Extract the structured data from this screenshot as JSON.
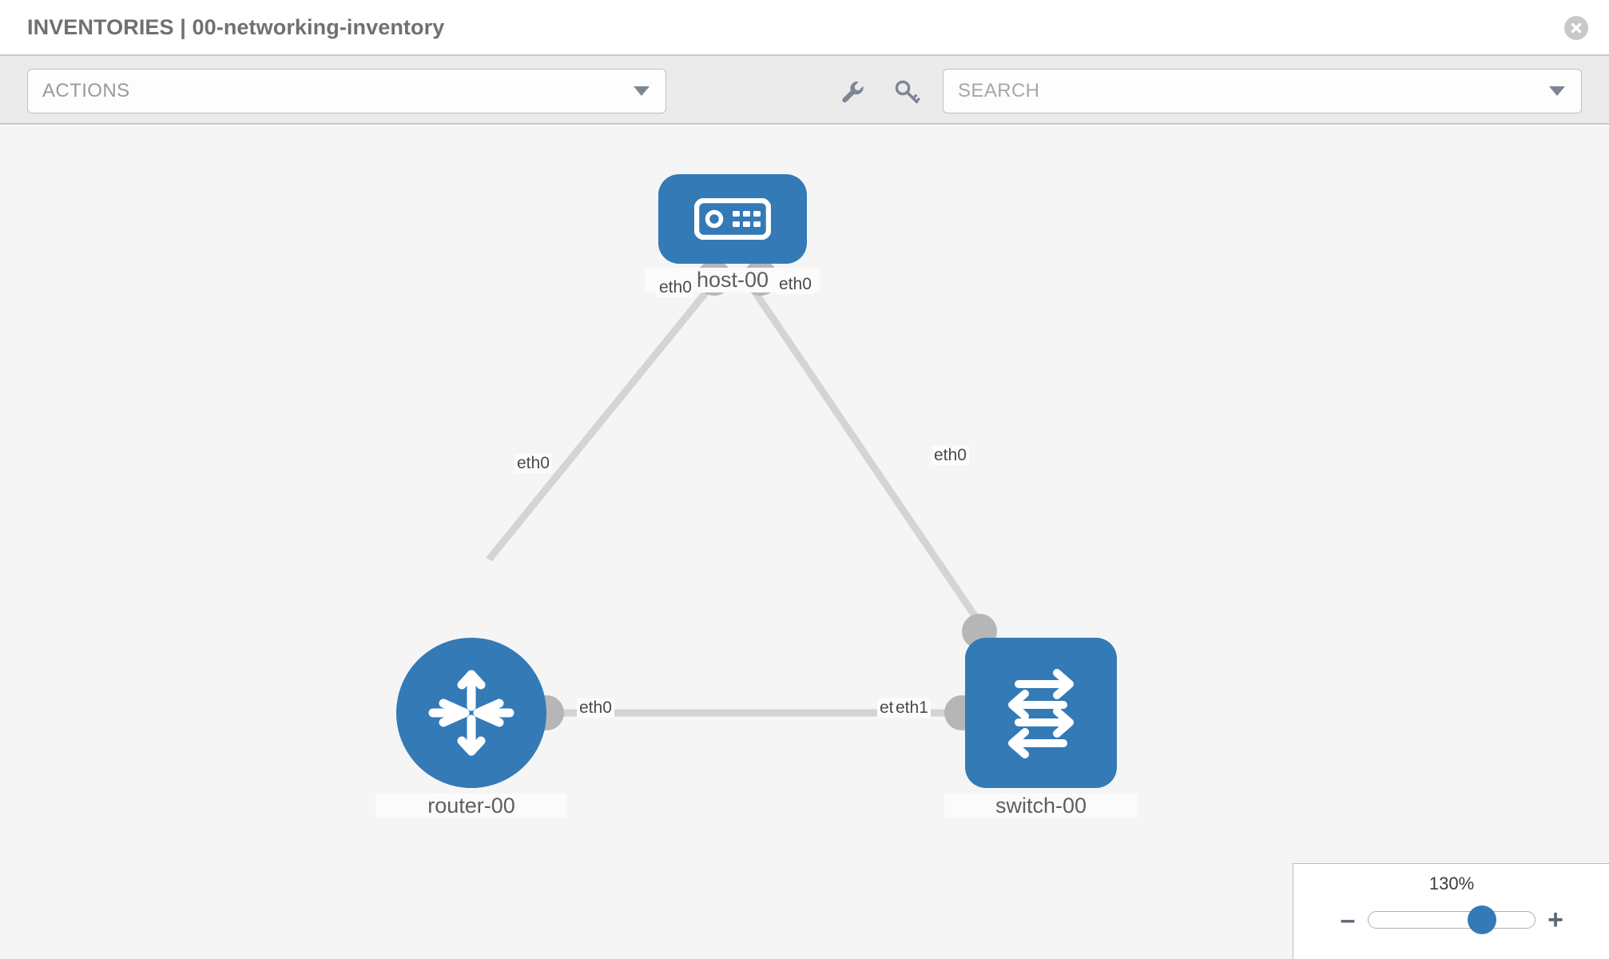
{
  "header": {
    "title": "INVENTORIES | 00-networking-inventory",
    "close_icon": "close-circle-icon"
  },
  "toolbar": {
    "actions_label": "ACTIONS",
    "actions_caret_icon": "chevron-down-icon",
    "wrench_icon": "wrench-icon",
    "key_icon": "key-icon",
    "search_placeholder": "SEARCH",
    "search_value": "",
    "search_caret_icon": "chevron-down-icon"
  },
  "topology": {
    "nodes": [
      {
        "id": "host-00",
        "label": "host-00",
        "icon": "server-icon",
        "shape": "rounded",
        "color": "#337ab7"
      },
      {
        "id": "router-00",
        "label": "router-00",
        "icon": "router-arrows-icon",
        "shape": "circle",
        "color": "#337ab7"
      },
      {
        "id": "switch-00",
        "label": "switch-00",
        "icon": "switch-arrows-icon",
        "shape": "rounded",
        "color": "#337ab7"
      }
    ],
    "links": [
      {
        "source": "host-00",
        "target": "router-00",
        "source_label": "eth0",
        "target_label": "eth0"
      },
      {
        "source": "host-00",
        "target": "switch-00",
        "source_label": "eth0",
        "target_label": "eth0"
      },
      {
        "source": "router-00",
        "target": "switch-00",
        "source_label": "eth0",
        "target_label": "eth1",
        "target_label_hidden": "eth0"
      }
    ],
    "link_color": "#d4d4d4",
    "port_color": "#b6b6b6"
  },
  "zoom_control": {
    "value_label": "130%",
    "value": 130,
    "minus_label": "–",
    "plus_label": "+",
    "minus_icon": "minus-icon",
    "plus_icon": "plus-icon"
  }
}
